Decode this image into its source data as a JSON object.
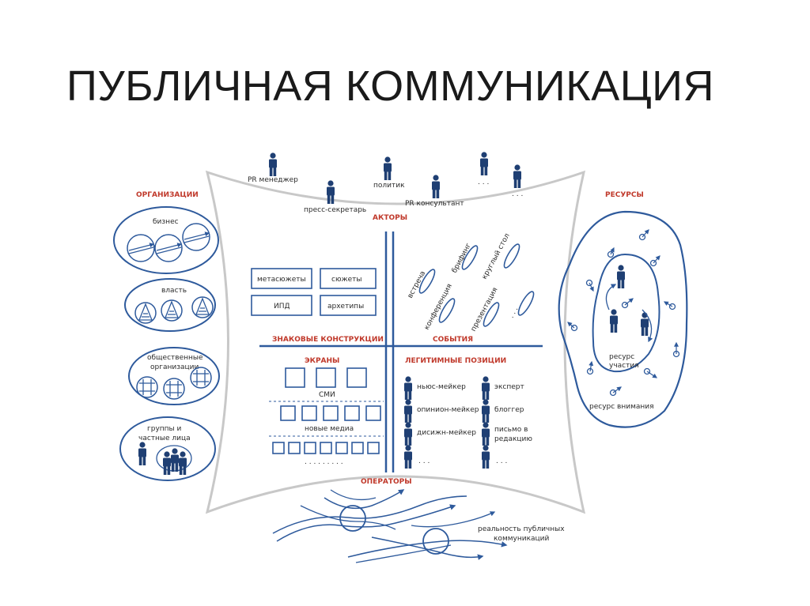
{
  "title": "ПУБЛИЧНАЯ КОММУНИКАЦИЯ",
  "colors": {
    "accent_blue": "#2e5a9c",
    "header_red": "#c0392b",
    "frame_gray": "#c8c8c8"
  },
  "headers": {
    "actors": "АКТОРЫ",
    "organizations": "ОРГАНИЗАЦИИ",
    "resources": "РЕСУРСЫ",
    "sign_constructs": "ЗНАКОВЫЕ КОНСТРУКЦИИ",
    "events": "СОБЫТИЯ",
    "screens": "ЭКРАНЫ",
    "legit_positions": "ЛЕГИТИМНЫЕ ПОЗИЦИИ",
    "operators": "ОПЕРАТОРЫ"
  },
  "actors": [
    {
      "label": "PR менеджер"
    },
    {
      "label": "пресс-секретарь"
    },
    {
      "label": "политик"
    },
    {
      "label": "PR консультант"
    },
    {
      "label": ". . ."
    },
    {
      "label": ". . ."
    }
  ],
  "organizations": {
    "business": "бизнес",
    "power": "власть",
    "public_orgs": "общественные организации",
    "groups": "группы и частные лица"
  },
  "sign_constructs": {
    "metaplots": "метасюжеты",
    "plots": "сюжеты",
    "ipd": "ИПД",
    "archetypes": "архетипы"
  },
  "events": {
    "meeting": "встреча",
    "briefing": "брифинг",
    "round_table": "круглый стол",
    "conference": "конференция",
    "presentation": "презентация",
    "more": ". . ."
  },
  "screens": {
    "smi": "СМИ",
    "new_media": "новые медиа",
    "more": ". . . . . . . . ."
  },
  "positions": {
    "news_maker": "ньюс-мейкер",
    "opinion_maker": "опинион-мейкер",
    "design_maker": "дисижн-мейкер",
    "more_left": ". . .",
    "expert": "эксперт",
    "blogger": "блоггер",
    "letter": "письмо в редакцию",
    "more_right": ". . ."
  },
  "resources": {
    "participation": "ресурс участия",
    "attention": "ресурс внимания"
  },
  "operators": {
    "reality": "реальность публичных коммуникаций"
  }
}
